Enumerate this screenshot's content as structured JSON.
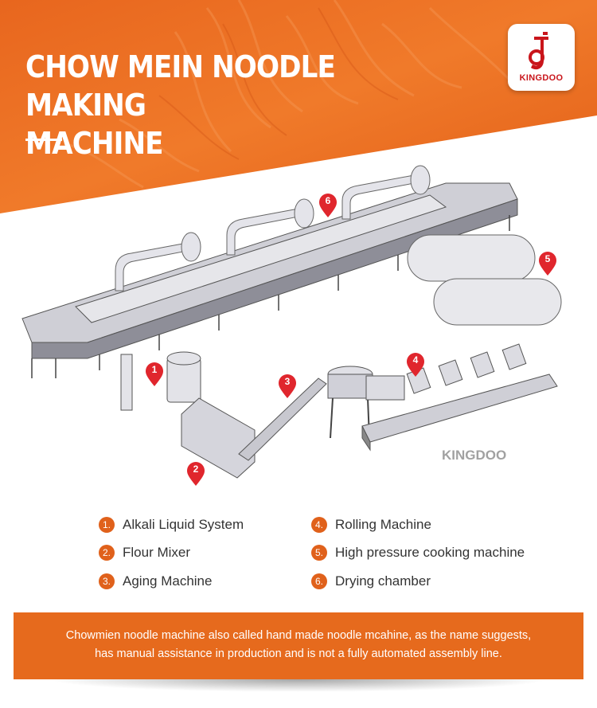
{
  "header": {
    "title_line1": "CHOW MEIN NOODLE MAKING",
    "title_line2": "MACHINE",
    "brand": "KINGDOO",
    "logo_icon": "kingdoo-j-logo-icon"
  },
  "diagram": {
    "watermark": "KINGDOO",
    "markers": [
      "1",
      "2",
      "3",
      "4",
      "5",
      "6"
    ]
  },
  "legend": {
    "items": [
      {
        "num": "1.",
        "label": "Alkali Liquid System"
      },
      {
        "num": "2.",
        "label": "Flour Mixer"
      },
      {
        "num": "3.",
        "label": "Aging Machine"
      },
      {
        "num": "4.",
        "label": "Rolling Machine"
      },
      {
        "num": "5.",
        "label": "High pressure cooking machine"
      },
      {
        "num": "6.",
        "label": "Drying chamber"
      }
    ]
  },
  "footer": {
    "line1": "Chowmien noodle machine also called hand made noodle mcahine, as the name suggests,",
    "line2": "has manual assistance in production and is not a fully automated assembly line."
  },
  "colors": {
    "accent": "#e66a1d",
    "brand_red": "#c9151b",
    "marker_red": "#e0262d"
  }
}
